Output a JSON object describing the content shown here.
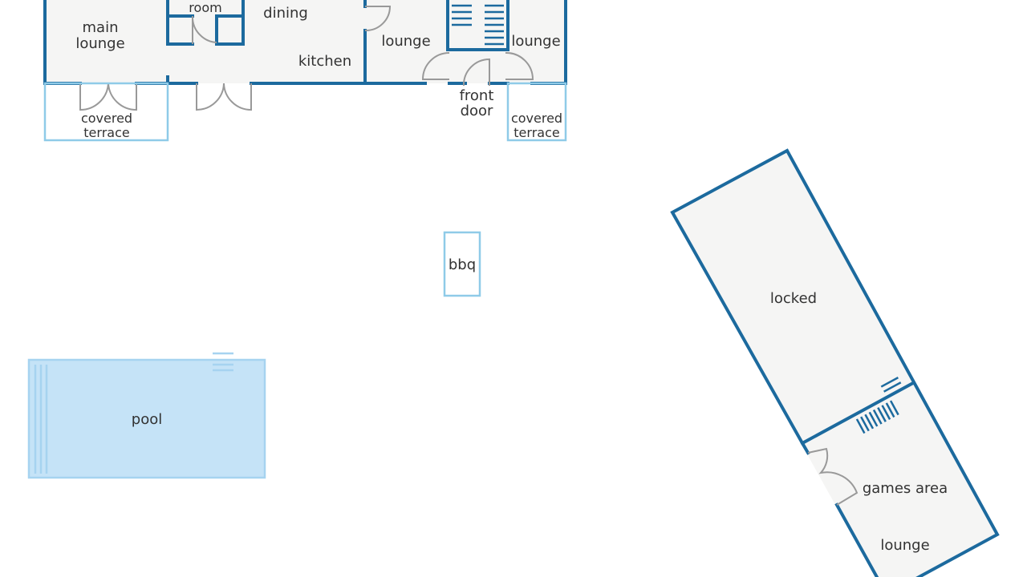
{
  "colors": {
    "wall": "#1c6a9e",
    "floor": "#f5f5f4",
    "terrace": "#8fcbe8",
    "pool_fill": "#c5e3f7",
    "pool_stroke": "#a6d3f0",
    "door": "#999999"
  },
  "rooms": {
    "room": "room",
    "main_lounge_1": "main",
    "main_lounge_2": "lounge",
    "dining": "dining",
    "kitchen": "kitchen",
    "lounge_left": "lounge",
    "lounge_right": "lounge",
    "front_door_1": "front",
    "front_door_2": "door",
    "covered_terrace_1": "covered",
    "covered_terrace_2": "terrace",
    "bbq": "bbq",
    "pool": "pool",
    "locked": "locked",
    "games_area": "games area",
    "annex_lounge": "lounge"
  }
}
